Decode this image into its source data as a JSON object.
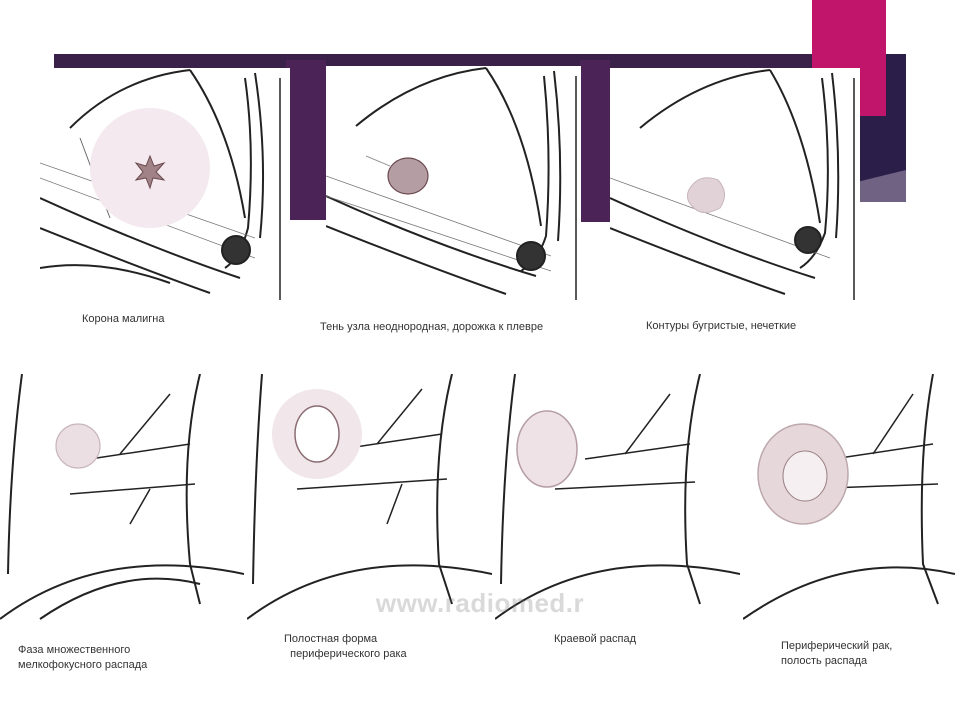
{
  "slide": {
    "accent_colors": {
      "dark": "#3a2149",
      "magenta": "#c0156a",
      "purple": "#4b2357"
    }
  },
  "watermark": "www.radiomed.r",
  "top_row": [
    {
      "caption": "Корона малигна"
    },
    {
      "caption": "Тень узла неоднородная, дорожка к плевре"
    },
    {
      "caption": "Контуры бугристые, нечеткие"
    }
  ],
  "bottom_row": [
    {
      "caption": "Фаза множественного\nмелкофокусного распада"
    },
    {
      "caption": "Полостная форма\n  периферического рака"
    },
    {
      "caption": "Краевой распад"
    },
    {
      "caption": "Периферический рак,\nполость распада"
    }
  ]
}
